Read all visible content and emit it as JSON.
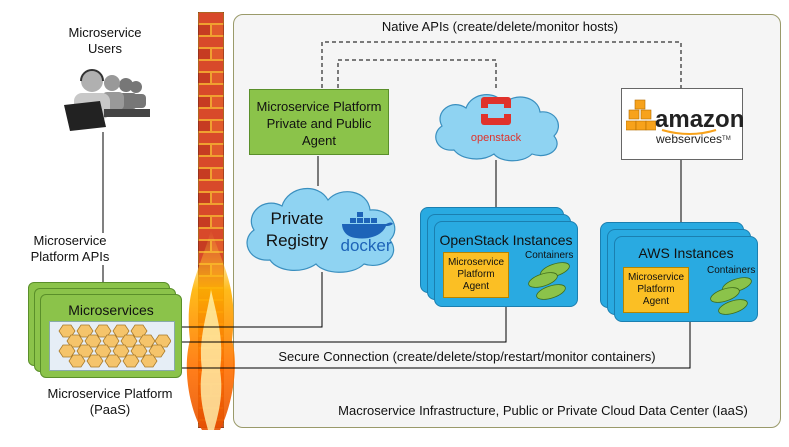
{
  "users": {
    "line1": "Microservice",
    "line2": "Users"
  },
  "apis": {
    "line1": "Microservice",
    "line2": "Platform APIs"
  },
  "paas": {
    "box_label": "Microservices",
    "caption_line1": "Microservice Platform",
    "caption_line2": "(PaaS)"
  },
  "iaas": {
    "caption": "Macroservice Infrastructure, Public or Private Cloud Data Center (IaaS)"
  },
  "native_api": "Native APIs (create/delete/monitor hosts)",
  "agent_box": {
    "line1": "Microservice Platform",
    "line2": "Private and Public",
    "line3": "Agent"
  },
  "registry": {
    "line1": "Private",
    "line2": "Registry",
    "logo": "docker"
  },
  "openstack": {
    "logo": "openstack",
    "instances_label": "OpenStack Instances",
    "containers_label": "Containers",
    "agent_line1": "Microservice",
    "agent_line2": "Platform",
    "agent_line3": "Agent"
  },
  "aws": {
    "logo_line1": "amazon",
    "logo_line2": "webservices",
    "logo_tm": "TM",
    "instances_label": "AWS Instances",
    "containers_label": "Containers",
    "agent_line1": "Microservice",
    "agent_line2": "Platform",
    "agent_line3": "Agent"
  },
  "secure_connection": "Secure Connection (create/delete/stop/restart/monitor containers)",
  "colors": {
    "green_fill": "#8bc34a",
    "green_border": "#5a8f2a",
    "blue_fill": "#29aae1",
    "blue_border": "#1b7fb0",
    "cloud_fill": "#8fd3f2",
    "agent_yellow": "#fbbf24",
    "hex_fill": "#f5c46b",
    "container_green": "#8bc34a",
    "iaas_bg": "#f5f5f5",
    "iaas_border": "#9a9a6a",
    "openstack_red": "#e0322b",
    "aws_orange": "#f7a21b"
  },
  "icons": [
    "users-icon",
    "firewall-icon",
    "docker-whale-icon",
    "openstack-logo-icon",
    "aws-boxes-icon",
    "hexagon-cluster-icon",
    "container-ellipse-icon"
  ]
}
